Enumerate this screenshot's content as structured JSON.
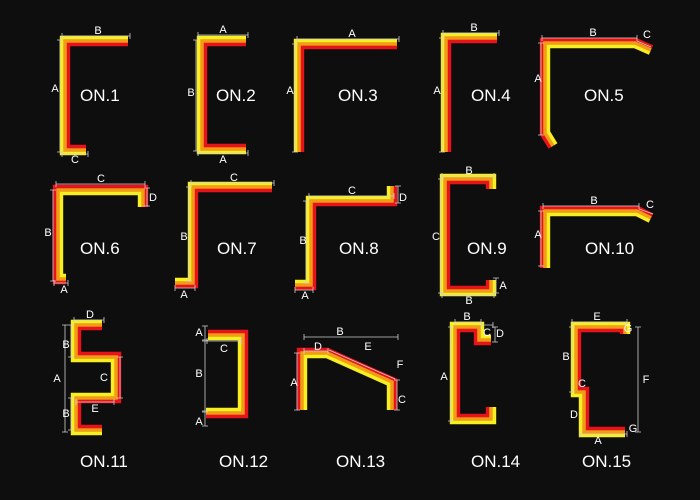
{
  "colors": {
    "background": "#0e0e0e",
    "red": "#e8121a",
    "orange": "#f59a16",
    "yellow": "#f7ef22",
    "dimension_line": "#cfcfcf",
    "text": "#ffffff"
  },
  "profiles": [
    {
      "name": "ON.1",
      "dims": [
        "B",
        "A",
        "C"
      ]
    },
    {
      "name": "ON.2",
      "dims": [
        "A",
        "B",
        "A"
      ]
    },
    {
      "name": "ON.3",
      "dims": [
        "A",
        "A"
      ]
    },
    {
      "name": "ON.4",
      "dims": [
        "B",
        "A"
      ]
    },
    {
      "name": "ON.5",
      "dims": [
        "B",
        "C",
        "A"
      ]
    },
    {
      "name": "ON.6",
      "dims": [
        "C",
        "D",
        "B",
        "A"
      ]
    },
    {
      "name": "ON.7",
      "dims": [
        "C",
        "B",
        "A"
      ]
    },
    {
      "name": "ON.8",
      "dims": [
        "C",
        "D",
        "B",
        "A"
      ]
    },
    {
      "name": "ON.9",
      "dims": [
        "B",
        "C",
        "B",
        "A"
      ]
    },
    {
      "name": "ON.10",
      "dims": [
        "B",
        "C",
        "A"
      ]
    },
    {
      "name": "ON.11",
      "dims": [
        "D",
        "B",
        "A",
        "C",
        "B",
        "E"
      ]
    },
    {
      "name": "ON.12",
      "dims": [
        "A",
        "C",
        "B",
        "A"
      ]
    },
    {
      "name": "ON.13",
      "dims": [
        "B",
        "D",
        "E",
        "F",
        "A",
        "C"
      ]
    },
    {
      "name": "ON.14",
      "dims": [
        "B",
        "C",
        "D",
        "A"
      ]
    },
    {
      "name": "ON.15",
      "dims": [
        "E",
        "G",
        "B",
        "F",
        "C",
        "D",
        "A",
        "G"
      ]
    }
  ]
}
